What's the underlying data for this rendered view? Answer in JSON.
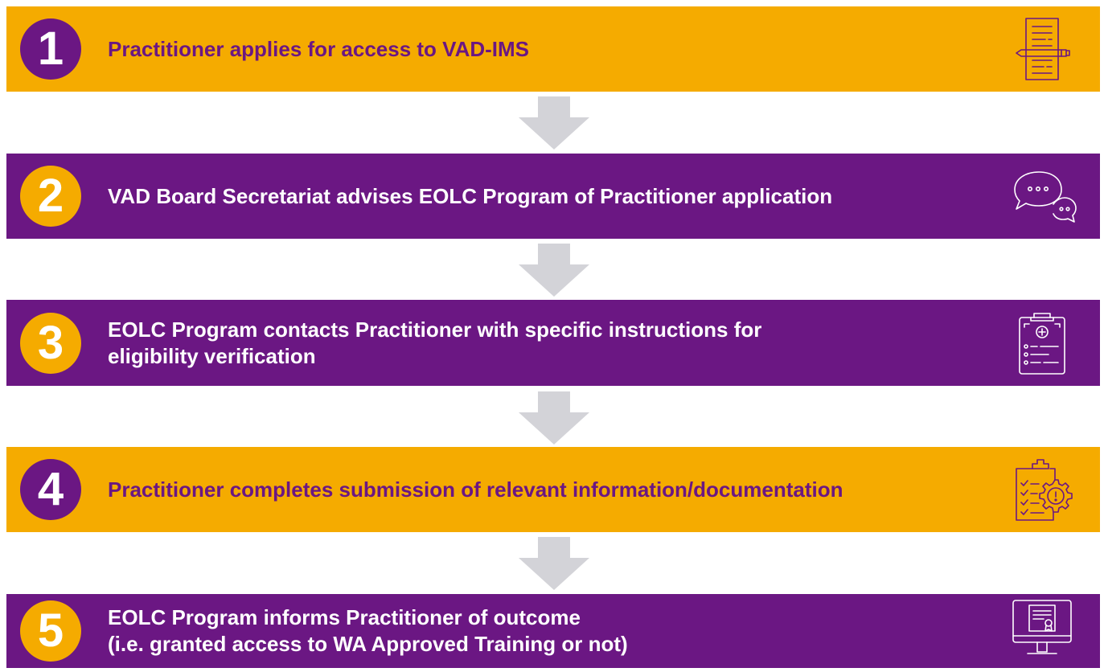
{
  "steps": [
    {
      "number": "1",
      "lines": [
        "Practitioner applies for access to VAD-IMS"
      ],
      "icon": "document-pencil-icon",
      "color": "#F5AB00"
    },
    {
      "number": "2",
      "lines": [
        "VAD Board Secretariat advises EOLC Program of Practitioner application"
      ],
      "icon": "chat-bubbles-icon",
      "color": "#6B1783"
    },
    {
      "number": "3",
      "lines": [
        "EOLC Program contacts Practitioner with specific instructions for",
        "eligibility verification"
      ],
      "icon": "medical-clipboard-icon",
      "color": "#6B1783"
    },
    {
      "number": "4",
      "lines": [
        "Practitioner completes submission of relevant information/documentation"
      ],
      "icon": "clipboard-gear-icon",
      "color": "#F5AB00"
    },
    {
      "number": "5",
      "lines": [
        "EOLC Program informs Practitioner of outcome",
        "(i.e. granted access to WA Approved Training or not)"
      ],
      "icon": "monitor-certificate-icon",
      "color": "#6B1783"
    }
  ],
  "colors": {
    "orange": "#F5AB00",
    "purple": "#6B1783",
    "arrow": "#D3D3D8"
  }
}
